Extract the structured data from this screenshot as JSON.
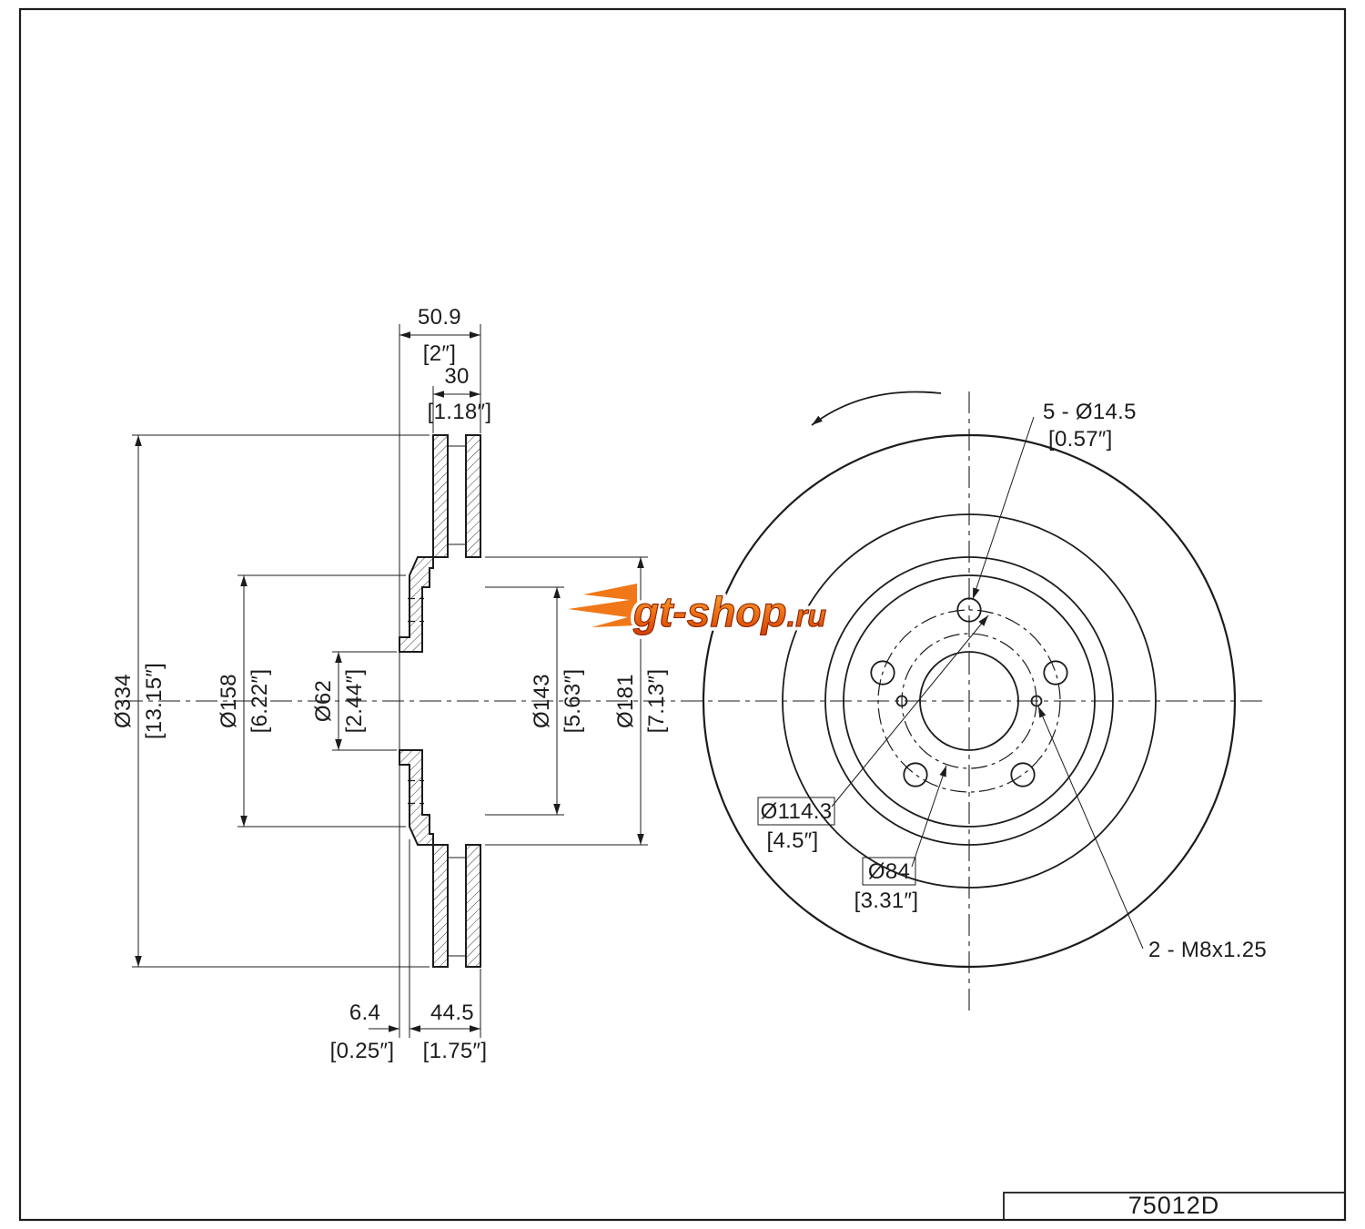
{
  "page": {
    "part_number": "75012D"
  },
  "colors": {
    "line": "#1c1c1c",
    "watermark_top": "#f9b233",
    "watermark_bottom": "#d43f00"
  },
  "watermark": {
    "text_main": "gt-shop",
    "text_suffix": ".ru"
  },
  "section": {
    "dims": {
      "overall_width": {
        "mm": "50.9",
        "inch": "[2″]"
      },
      "disc_thickness": {
        "mm": "30",
        "inch": "[1.18″]"
      },
      "outer_diameter": {
        "mm": "Ø334",
        "inch": "[13.15″]"
      },
      "hub_face_diameter": {
        "mm": "Ø158",
        "inch": "[6.22″]"
      },
      "center_bore": {
        "mm": "Ø62",
        "inch": "[2.44″]"
      },
      "hat_inner_diameter": {
        "mm": "Ø143",
        "inch": "[5.63″]"
      },
      "hat_outer_diameter": {
        "mm": "Ø181",
        "inch": "[7.13″]"
      },
      "pilot_protrusion": {
        "mm": "6.4",
        "inch": "[0.25″]"
      },
      "mount_face_offset": {
        "mm": "44.5",
        "inch": "[1.75″]"
      }
    }
  },
  "front": {
    "labels": {
      "bolt_holes": {
        "value": "5 - Ø14.5",
        "inch": "[0.57″]"
      },
      "bolt_circle": {
        "value": "Ø114.3",
        "inch": "[4.5″]"
      },
      "service_hole_circle": {
        "value": "Ø84",
        "inch": "[3.31″]"
      },
      "thread_holes": {
        "value": "2 - M8x1.25"
      }
    }
  }
}
